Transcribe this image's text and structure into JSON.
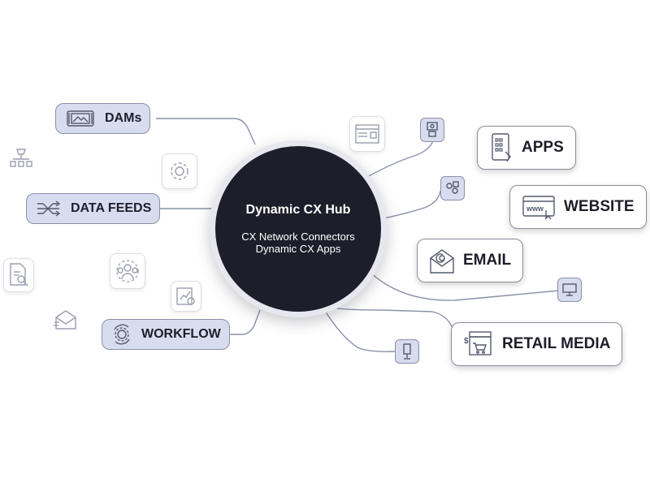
{
  "hub": {
    "title": "Dynamic CX Hub",
    "lines": [
      "CX Network Connectors",
      "Dynamic CX Apps"
    ]
  },
  "left_nodes": [
    {
      "label": "DAMs",
      "icon": "image-gallery-icon"
    },
    {
      "label": "DATA FEEDS",
      "icon": "shuffle-icon"
    },
    {
      "label": "WORKFLOW",
      "icon": "gear-cycle-icon"
    }
  ],
  "right_nodes": [
    {
      "label": "APPS",
      "icon": "phone-grid-icon"
    },
    {
      "label": "WEBSITE",
      "icon": "browser-www-icon"
    },
    {
      "label": "EMAIL",
      "icon": "envelope-at-icon"
    },
    {
      "label": "RETAIL MEDIA",
      "icon": "store-cart-icon"
    }
  ],
  "small_nodes": [
    "kiosk-screen-icon",
    "settings-stack-icon",
    "monitor-icon",
    "totem-display-icon"
  ],
  "floating_icons": [
    "org-chart-icon",
    "gear-icon",
    "document-search-icon",
    "team-icon",
    "chart-report-icon",
    "envelope-icon",
    "window-panel-icon"
  ],
  "colors": {
    "hub_fill": "#1e1e2a",
    "node_fill": "#d7dcef",
    "line": "#8b90a8",
    "text": "#1e1e2a"
  }
}
